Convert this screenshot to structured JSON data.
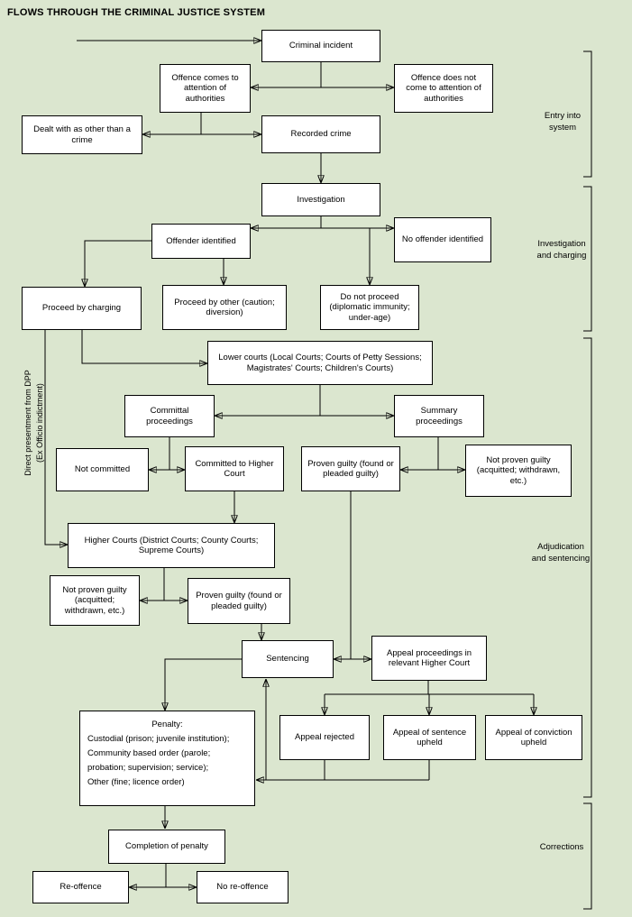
{
  "title": "FLOWS THROUGH THE CRIMINAL JUSTICE SYSTEM",
  "side_note": {
    "line1": "Direct presentment from DPP",
    "line2": "(Ex Officio indictment)"
  },
  "stages": {
    "entry": "Entry into system",
    "investigation_charging": "Investigation and charging",
    "adjudication_sentencing": "Adjudication and sentencing",
    "corrections": "Corrections"
  },
  "nodes": {
    "criminal_incident": "Criminal incident",
    "offence_attention": "Offence comes to attention of authorities",
    "offence_no_attention": "Offence does not come to attention of authorities",
    "dealt_other": "Dealt with as other than a crime",
    "recorded_crime": "Recorded crime",
    "investigation": "Investigation",
    "offender_identified": "Offender identified",
    "no_offender": "No offender identified",
    "proceed_charging": "Proceed by charging",
    "proceed_other": "Proceed by other (caution; diversion)",
    "do_not_proceed": "Do not proceed (diplomatic immunity; under-age)",
    "lower_courts": "Lower courts (Local Courts; Courts of Petty Sessions; Magistrates' Courts; Children's Courts)",
    "committal": "Committal proceedings",
    "summary": "Summary proceedings",
    "not_committed": "Not committed",
    "committed_higher": "Committed to Higher Court",
    "proven_guilty_summary": "Proven guilty (found or pleaded guilty)",
    "not_proven_summary": "Not proven guilty (acquitted; withdrawn, etc.)",
    "higher_courts": "Higher Courts (District Courts; County Courts; Supreme Courts)",
    "not_proven_higher": "Not proven guilty (acquitted; withdrawn, etc.)",
    "proven_guilty_higher": "Proven guilty (found or pleaded guilty)",
    "sentencing": "Sentencing",
    "appeal_proceedings": "Appeal proceedings in relevant Higher Court",
    "penalty": {
      "title": "Penalty:",
      "lines": [
        "Custodial (prison; juvenile institution);",
        "Community based order (parole;",
        "probation; supervision; service);",
        "Other (fine; licence order)"
      ]
    },
    "appeal_rejected": "Appeal rejected",
    "appeal_sentence": "Appeal of sentence upheld",
    "appeal_conviction": "Appeal of conviction upheld",
    "completion": "Completion of penalty",
    "reoffence": "Re-offence",
    "no_reoffence": "No re-offence"
  },
  "colors": {
    "background": "#dbe6cf",
    "box_fill": "#ffffff",
    "box_border": "#000000",
    "line_color": "#000000",
    "text_color": "#000000"
  }
}
